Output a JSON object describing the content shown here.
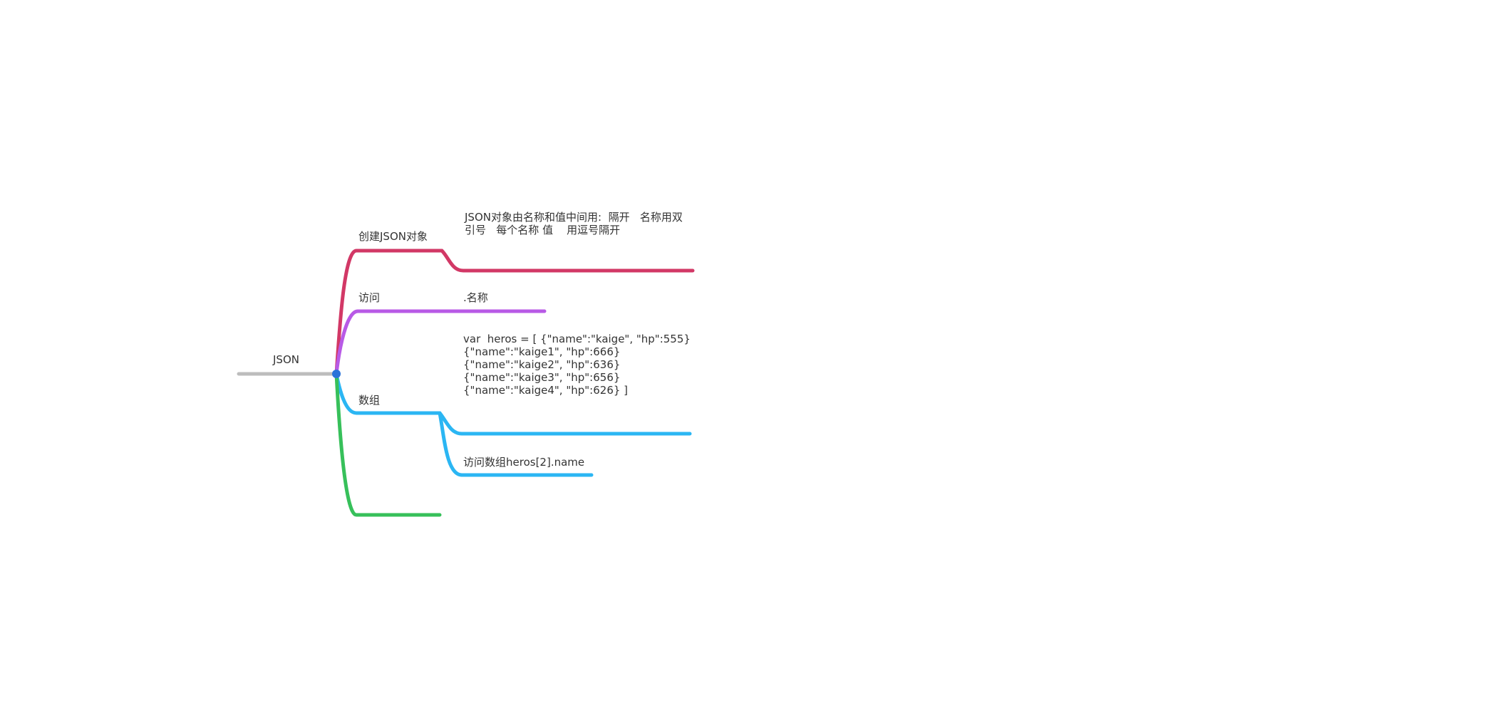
{
  "mindmap": {
    "root": {
      "label": "JSON",
      "color": "#bdbdbd"
    },
    "branches": [
      {
        "label": "创建JSON对象",
        "color": "#d23866",
        "children": [
          {
            "label": "JSON对象由名称和值中间用:  隔开   名称用双引号   每个名称 值    用逗号隔开"
          }
        ]
      },
      {
        "label": "访问",
        "color": "#b85ae6",
        "children": [
          {
            "label": ".名称"
          }
        ]
      },
      {
        "label": "数组",
        "color": "#2bb6f3",
        "children": [
          {
            "label": "var  heros = [ {\"name\":\"kaige\", \"hp\":555} {\"name\":\"kaige1\", \"hp\":666} {\"name\":\"kaige2\", \"hp\":636} {\"name\":\"kaige3\", \"hp\":656} {\"name\":\"kaige4\", \"hp\":626} ]"
          },
          {
            "label": "访问数组heros[2].name"
          }
        ]
      },
      {
        "label": "",
        "color": "#37c05a",
        "children": []
      }
    ],
    "center_dot_color": "#2a73d9"
  }
}
